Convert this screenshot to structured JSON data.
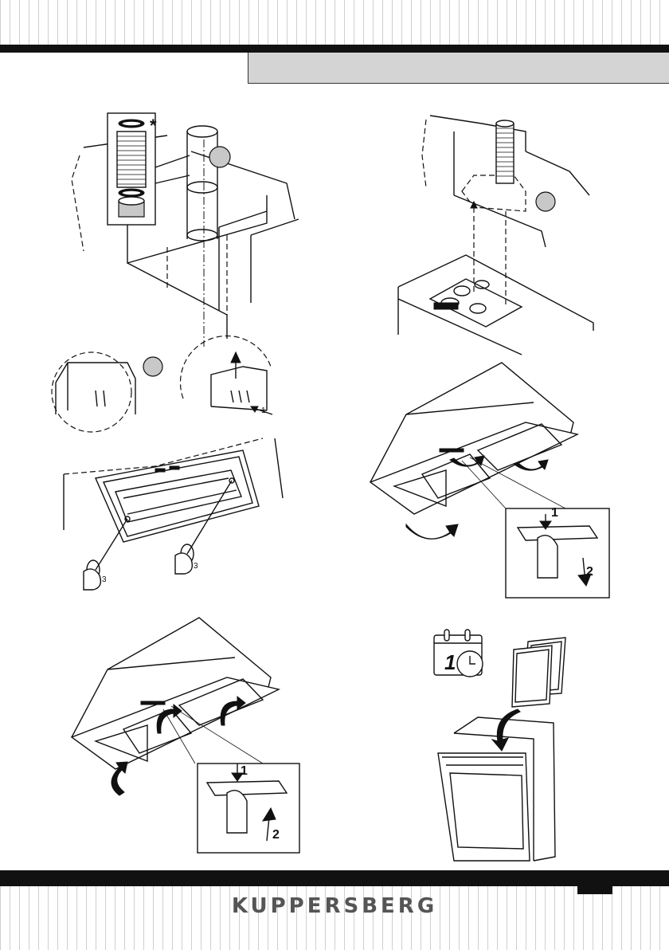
{
  "brand": {
    "name": "KUPPERSBERG"
  },
  "figures": {
    "step_labels": {
      "one": "1",
      "two": "2",
      "three": "3",
      "asterisk": "*"
    },
    "calendar_day": "1"
  },
  "colors": {
    "bars": "#111111",
    "header_box": "#d4d4d4",
    "brand_text": "#555555"
  }
}
